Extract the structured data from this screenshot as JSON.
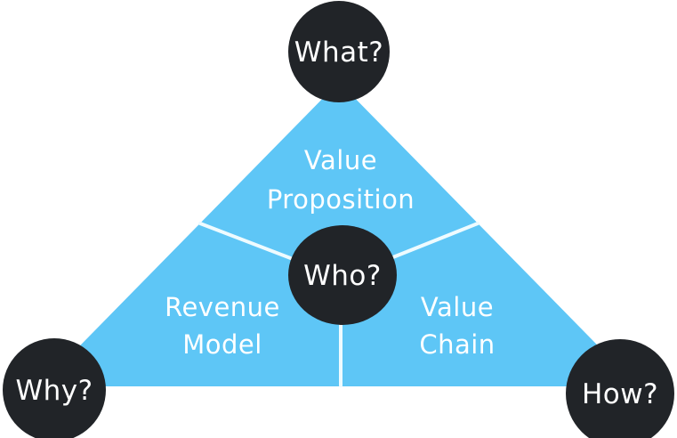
{
  "diagram": {
    "name": "business-model-magic-triangle",
    "colors": {
      "background": "#ffffff",
      "triangle": "#5ec6f6",
      "node": "#212428",
      "divider": "#eefbff",
      "text": "#ffffff"
    },
    "nodes": {
      "what": {
        "label": "What?",
        "position": "top"
      },
      "who": {
        "label": "Who?",
        "position": "center"
      },
      "why": {
        "label": "Why?",
        "position": "bottom-left"
      },
      "how": {
        "label": "How?",
        "position": "bottom-right"
      }
    },
    "sections": {
      "value_proposition": {
        "line1": "Value",
        "line2": "Proposition"
      },
      "revenue_model": {
        "line1": "Revenue",
        "line2": "Model"
      },
      "value_chain": {
        "line1": "Value",
        "line2": "Chain"
      }
    }
  }
}
